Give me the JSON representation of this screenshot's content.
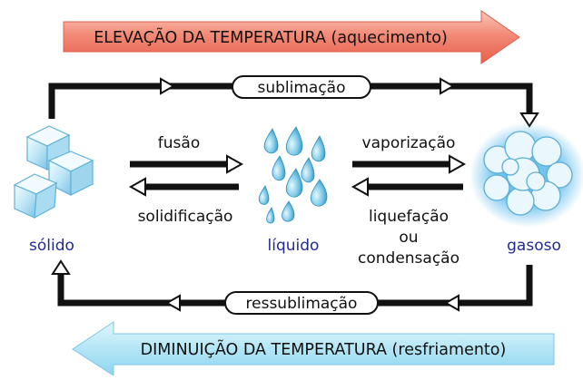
{
  "banners": {
    "heating": "ELEVAÇÃO DA TEMPERATURA (aquecimento)",
    "cooling": "DIMINUIÇÃO DA TEMPERATURA (resfriamento)"
  },
  "states": {
    "solid": "sólido",
    "liquid": "líquido",
    "gas": "gasoso"
  },
  "transitions": {
    "sublimation": "sublimação",
    "resublimation": "ressublimação",
    "fusion": "fusão",
    "solidification": "solidificação",
    "vaporization": "vaporização",
    "liquefaction_line1": "liquefação",
    "liquefaction_line2": "ou",
    "liquefaction_line3": "condensação"
  },
  "colors": {
    "heating_arrow": "#f08070",
    "cooling_arrow": "#a8dff2",
    "state_text": "#1f2c8f",
    "arrow_stroke": "#111111"
  },
  "icons": {
    "solid": "ice-cubes-icon",
    "liquid": "water-drops-icon",
    "gas": "vapor-cloud-icon"
  }
}
